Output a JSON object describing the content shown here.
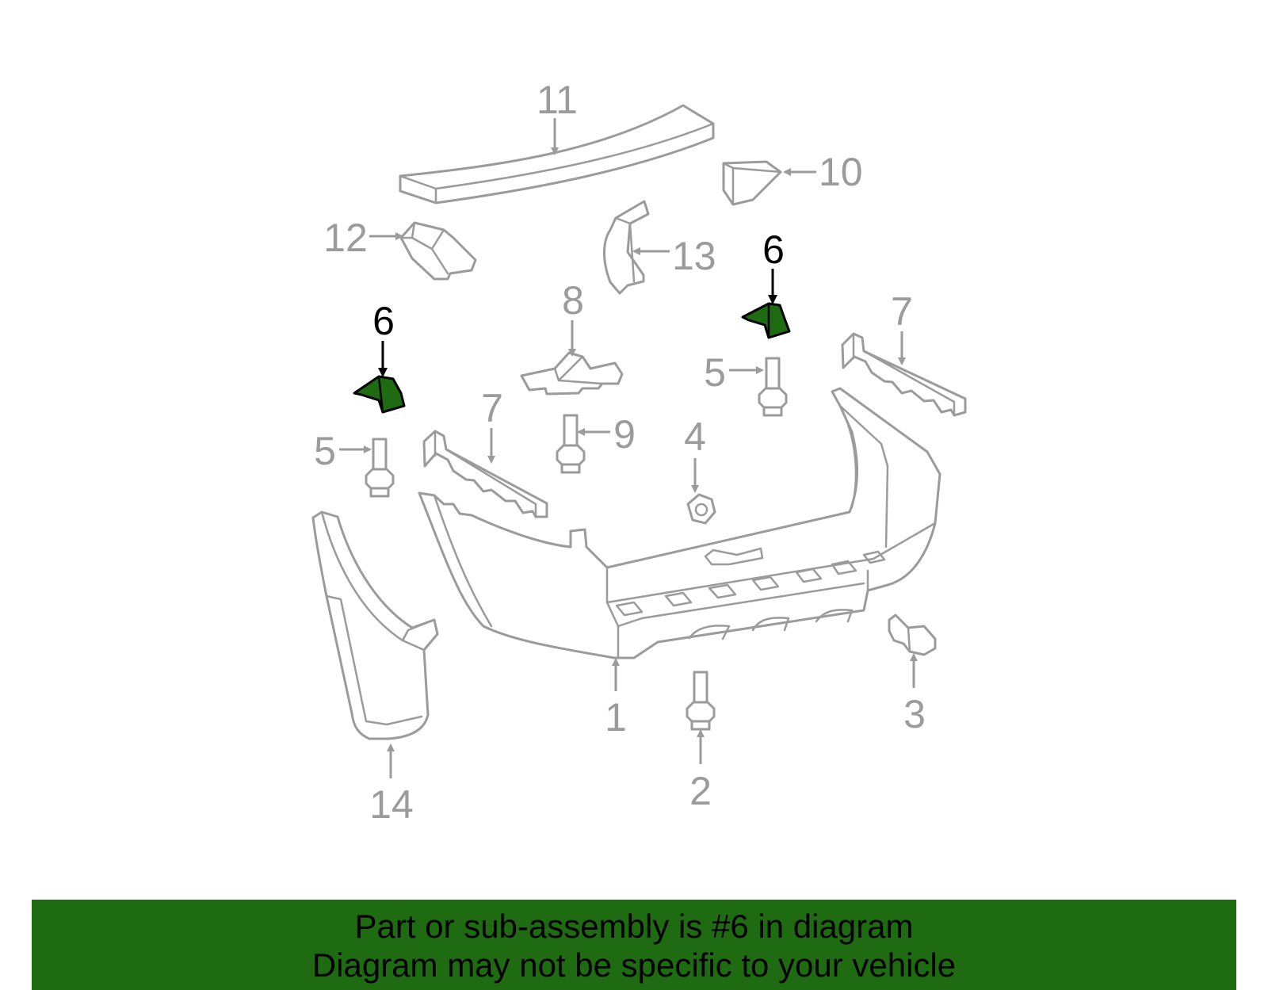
{
  "colors": {
    "highlight_fill": "#1f6b12",
    "line_gray": "#9b9b9b",
    "banner_background": "#1f6b12",
    "text_black": "#000000"
  },
  "callouts": {
    "c1": "1",
    "c2": "2",
    "c3": "3",
    "c4": "4",
    "c5_left": "5",
    "c5_right": "5",
    "c6_left": "6",
    "c6_right": "6",
    "c7_left": "7",
    "c7_right": "7",
    "c8": "8",
    "c9": "9",
    "c10": "10",
    "c11": "11",
    "c12": "12",
    "c13": "13",
    "c14": "14"
  },
  "highlighted_part": "6",
  "banner": {
    "line1": "Part or sub-assembly is #6 in diagram",
    "line2": "Diagram may not be specific to your vehicle"
  }
}
